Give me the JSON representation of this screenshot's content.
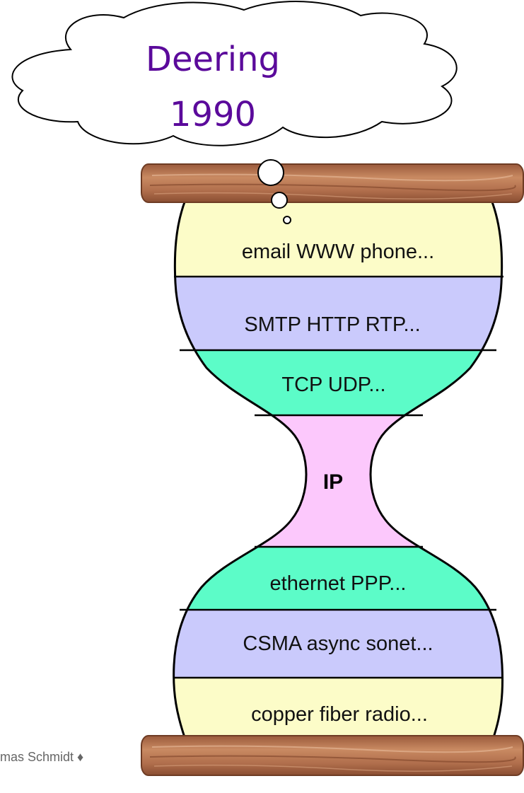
{
  "diagram": {
    "thought_bubble": {
      "line1": "Deering",
      "line2": "1990",
      "text_color": "#5b0a9b"
    },
    "layers": [
      {
        "id": "applications",
        "label": "email WWW phone...",
        "color": "#fcfcc8"
      },
      {
        "id": "app-protocols",
        "label": "SMTP HTTP RTP...",
        "color": "#cacafc"
      },
      {
        "id": "transport",
        "label": "TCP UDP...",
        "color": "#5cfcc8"
      },
      {
        "id": "network",
        "label": "IP",
        "color": "#fcc8fc"
      },
      {
        "id": "link",
        "label": "ethernet PPP...",
        "color": "#5cfcc8"
      },
      {
        "id": "access",
        "label": "CSMA async sonet...",
        "color": "#cacafc"
      },
      {
        "id": "physical",
        "label": "copper fiber radio...",
        "color": "#fcfcc8"
      }
    ],
    "wood_color": "#b5734f",
    "outline_color": "#000000"
  },
  "footer": {
    "text": "mas Schmidt ♦"
  }
}
